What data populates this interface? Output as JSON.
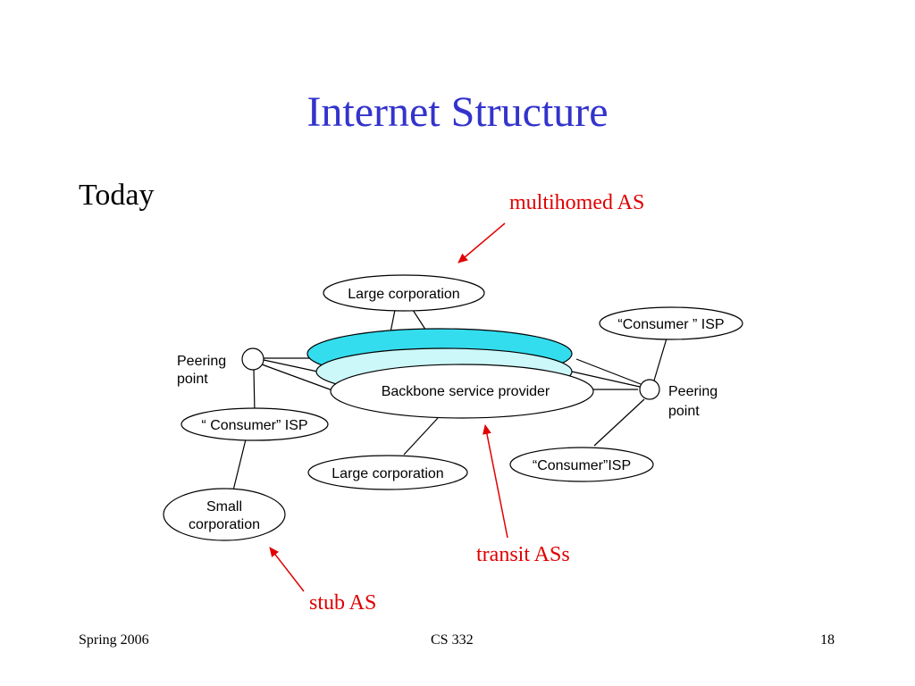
{
  "slide": {
    "title": "Internet Structure",
    "bullet": "Today"
  },
  "diagram": {
    "nodes": {
      "large_corp_top": "Large corporation",
      "consumer_isp_right": "“Consumer  ” ISP",
      "peering_point_left": [
        "Peering",
        "point"
      ],
      "backbone": "Backbone service provider",
      "peering_point_right": [
        "Peering",
        "point"
      ],
      "consumer_isp_left": "“ Consumer” ISP",
      "large_corp_bottom": "Large corporation",
      "consumer_isp_bottom": "“Consumer”ISP",
      "small_corp": [
        "Small",
        "corporation"
      ]
    },
    "callouts": {
      "multihomed": "multihomed AS",
      "transit": "transit ASs",
      "stub": "stub AS"
    },
    "colors": {
      "backbone_back": "#33ddee",
      "backbone_middle": "#ccf8fa",
      "arrows": "#e00000"
    }
  },
  "footer": {
    "left": "Spring 2006",
    "center": "CS 332",
    "right": "18"
  }
}
